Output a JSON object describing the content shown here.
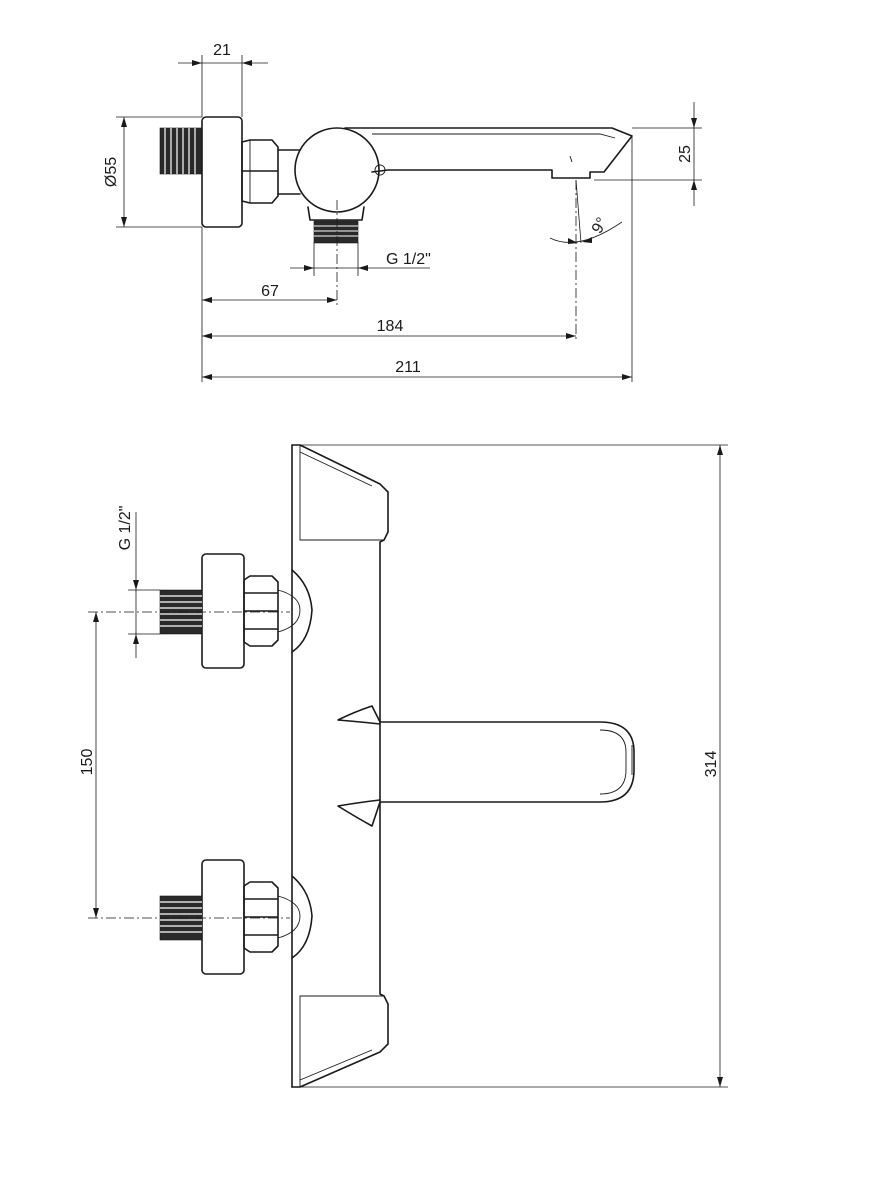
{
  "top_view": {
    "dims": {
      "connector_depth": "21",
      "rosette_diameter": "Ø55",
      "spout_height": "25",
      "outlet_thread": "G 1/2\"",
      "outlet_position": "67",
      "spout_reach": "184",
      "overall_depth": "211",
      "spout_angle": "9°"
    }
  },
  "front_view": {
    "dims": {
      "inlet_thread": "G 1/2\"",
      "inlet_spacing": "150",
      "overall_width": "314"
    }
  }
}
